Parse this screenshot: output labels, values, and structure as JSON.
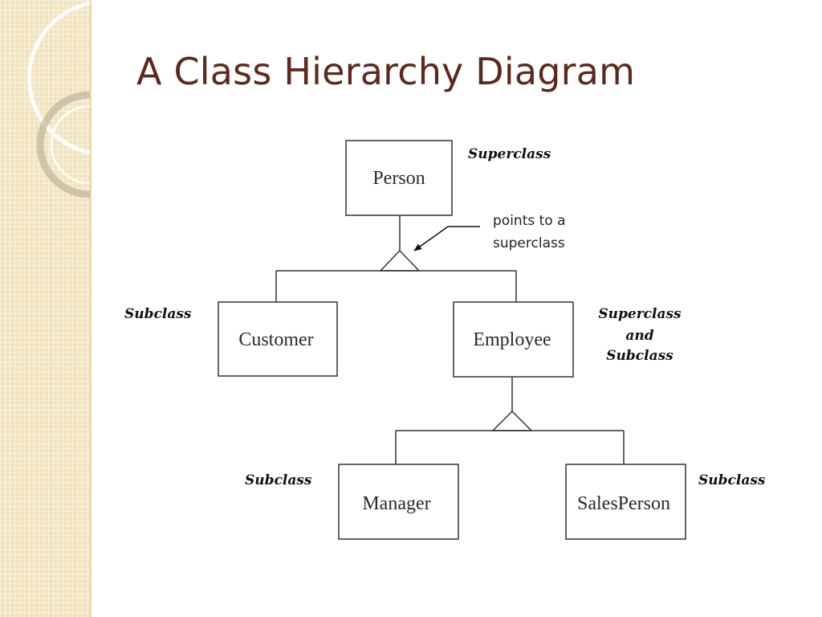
{
  "title": "A Class Hierarchy Diagram",
  "classes": {
    "person": "Person",
    "customer": "Customer",
    "employee": "Employee",
    "manager": "Manager",
    "salesperson": "SalesPerson"
  },
  "roles": {
    "person": "Superclass",
    "customer": "Subclass",
    "employee": [
      "Superclass",
      "and",
      "Subclass"
    ],
    "manager": "Subclass",
    "salesperson": "Subclass"
  },
  "note": [
    "points to a",
    "superclass"
  ],
  "colors": {
    "title": "#5c2a1c",
    "band": "#f1e3bd",
    "lines": "#333333"
  }
}
